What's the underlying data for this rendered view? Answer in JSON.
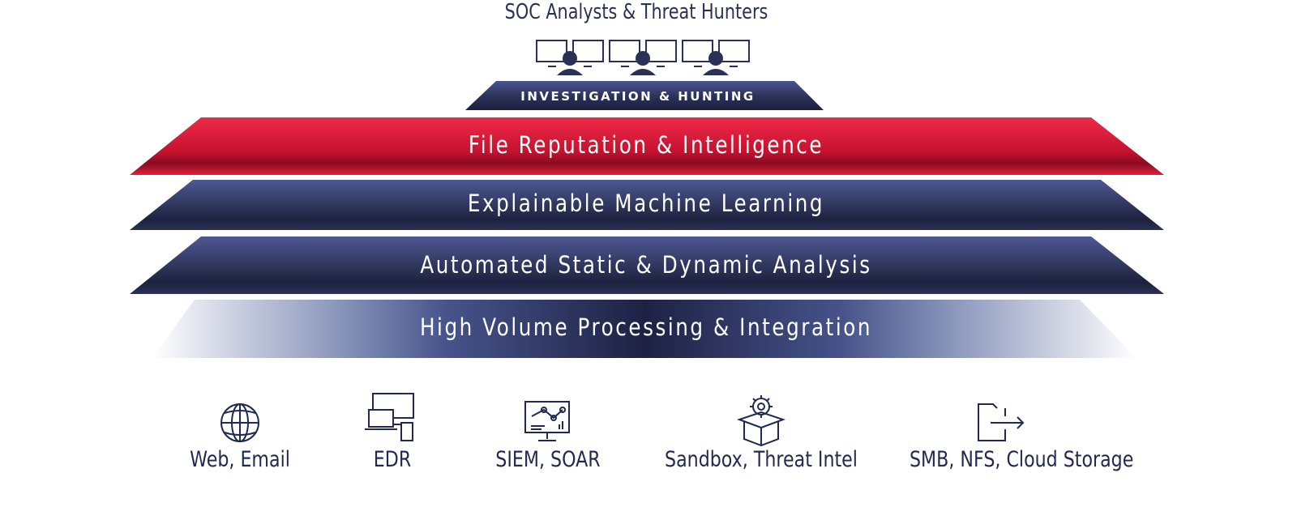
{
  "header": {
    "title": "SOC Analysts & Threat Hunters"
  },
  "icons": {
    "analysts": "analyst-workstation-icon",
    "web_email": "globe-icon",
    "edr": "devices-icon",
    "siem_soar": "dashboard-monitor-icon",
    "sandbox": "gear-box-icon",
    "storage": "file-export-icon"
  },
  "layers": [
    {
      "label": "INVESTIGATION & HUNTING",
      "color": "#2a3156"
    },
    {
      "label": "File Reputation & Intelligence",
      "color": "#d41735"
    },
    {
      "label": "Explainable Machine Learning",
      "color": "#2d3458"
    },
    {
      "label": "Automated Static & Dynamic Analysis",
      "color": "#2d3458"
    },
    {
      "label": "High Volume Processing & Integration",
      "color": "#1f2447"
    }
  ],
  "sources": [
    {
      "label": "Web, Email"
    },
    {
      "label": "EDR"
    },
    {
      "label": "SIEM, SOAR"
    },
    {
      "label": "Sandbox, Threat Intel"
    },
    {
      "label": "SMB, NFS, Cloud Storage"
    }
  ]
}
